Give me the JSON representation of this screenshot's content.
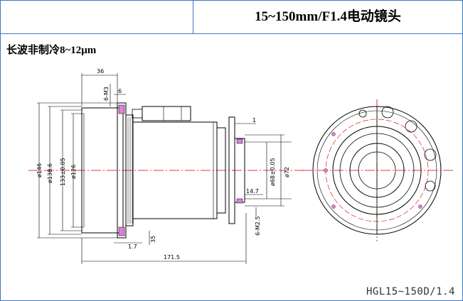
{
  "header": {
    "title": "15~150mm/F1.4电动镜头"
  },
  "subtitle": "长波非制冷8~12μm",
  "model_label": "HGL15~150D/1.4",
  "dimensions": {
    "d36": "36",
    "m3": "6-M3",
    "d6": "6",
    "d1": "1",
    "phi146": "ø146",
    "phi138": "ø138.6",
    "d133": "133±0.05",
    "phi126": "ø126",
    "phi68": "ø68±0.05",
    "phi72": "ø72",
    "d14_7": "14.7",
    "m2_5": "6-M2.5",
    "d35": "35",
    "d1_7": "1.7",
    "d171_5": "171.5"
  },
  "colors": {
    "border": "#3a78c0",
    "centerline": "#d00000",
    "accent": "#d040c0",
    "line": "#000000"
  }
}
